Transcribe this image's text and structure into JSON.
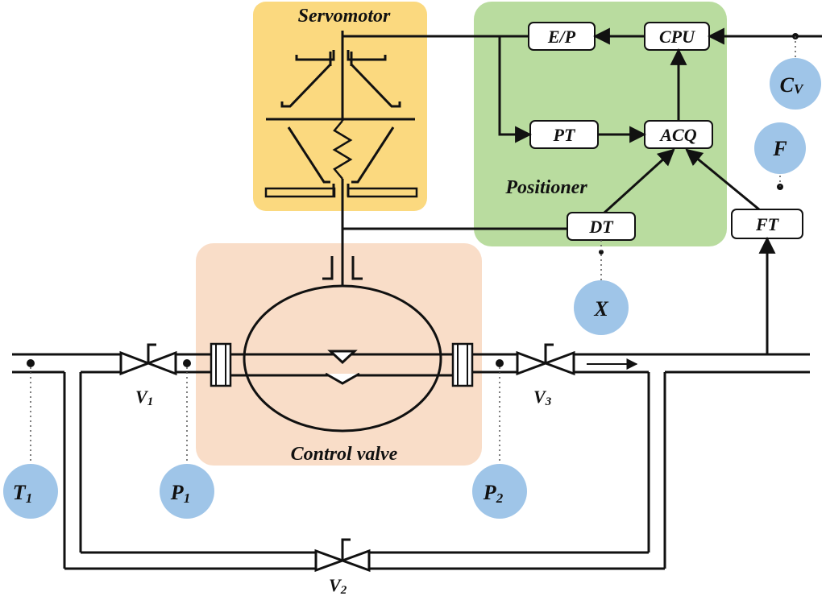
{
  "sections": {
    "servomotor": "Servomotor",
    "positioner": "Positioner",
    "control_valve": "Control valve"
  },
  "blocks": {
    "ep": "E/P",
    "cpu": "CPU",
    "pt": "PT",
    "acq": "ACQ",
    "dt": "DT",
    "ft": "FT"
  },
  "sensors": {
    "t1": {
      "main": "T",
      "sub": "1"
    },
    "p1": {
      "main": "P",
      "sub": "1"
    },
    "p2": {
      "main": "P",
      "sub": "2"
    },
    "x": {
      "main": "X",
      "sub": ""
    },
    "f": {
      "main": "F",
      "sub": ""
    },
    "cv": {
      "main": "C",
      "sub": "V"
    }
  },
  "valves": {
    "v1": {
      "main": "V",
      "sub": "1"
    },
    "v2": {
      "main": "V",
      "sub": "2"
    },
    "v3": {
      "main": "V",
      "sub": "3"
    }
  },
  "colors": {
    "servomotor_bg": "#fbd97f",
    "positioner_bg": "#b9dc9f",
    "control_valve_bg": "#f9ddc8",
    "sensor_fill": "#9fc5e8"
  }
}
